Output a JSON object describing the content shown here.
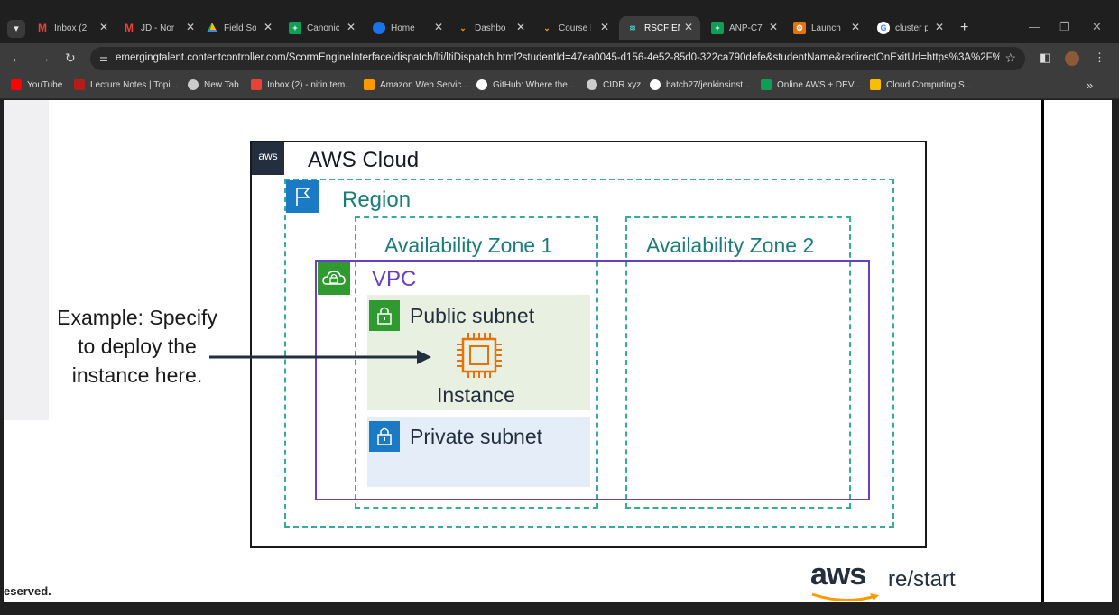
{
  "tabs": [
    {
      "title": "Inbox (2",
      "icon": "gmail-icon",
      "color": "#ea4335"
    },
    {
      "title": "JD - Nor",
      "icon": "gmail-icon",
      "color": "#ea4335"
    },
    {
      "title": "Field Sol",
      "icon": "drive-icon",
      "color": "#fbbc04"
    },
    {
      "title": "Canonic",
      "icon": "sheets-icon",
      "color": "#0f9d58"
    },
    {
      "title": "Home",
      "icon": "cloud-icon",
      "color": "#1a73e8"
    },
    {
      "title": "Dashbo",
      "icon": "aws-smile-icon",
      "color": "#ff9900"
    },
    {
      "title": "Course M",
      "icon": "aws-smile-icon",
      "color": "#ff9900"
    },
    {
      "title": "RSCF EN",
      "icon": "wifi-icon",
      "color": "#4bc6c6"
    },
    {
      "title": "ANP-C7",
      "icon": "sheets-icon",
      "color": "#0f9d58"
    },
    {
      "title": "Launch",
      "icon": "launch-icon",
      "color": "#e8710a"
    },
    {
      "title": "cluster p",
      "icon": "google-icon",
      "color": "#ffffff"
    }
  ],
  "address_bar": {
    "url": "emergingtalent.contentcontroller.com/ScormEngineInterface/dispatch/lti/ltiDispatch.html?studentId=47ea0045-d156-4e52-85d0-322ca790defe&studentName&redirectOnExitUrl=https%3A%2F%..."
  },
  "bookmarks": [
    {
      "label": "YouTube",
      "color": "#ff0000"
    },
    {
      "label": "Lecture Notes | Topi...",
      "color": "#b71c1c"
    },
    {
      "label": "New Tab",
      "color": "#cccccc"
    },
    {
      "label": "Inbox (2) - nitin.tem...",
      "color": "#ea4335"
    },
    {
      "label": "Amazon Web Servic...",
      "color": "#ff9900"
    },
    {
      "label": "GitHub: Where the...",
      "color": "#ffffff"
    },
    {
      "label": "CIDR.xyz",
      "color": "#cccccc"
    },
    {
      "label": "batch27/jenkinsinst...",
      "color": "#ffffff"
    },
    {
      "label": "Online AWS + DEV...",
      "color": "#0f9d58"
    },
    {
      "label": "Cloud Computing S...",
      "color": "#fbbc04"
    }
  ],
  "slide": {
    "aws_badge": "aws",
    "aws_cloud_title": "AWS Cloud",
    "region_title": "Region",
    "az1_title": "Availability Zone 1",
    "az2_title": "Availability Zone 2",
    "vpc_title": "VPC",
    "public_subnet": "Public subnet",
    "instance_label": "Instance",
    "private_subnet": "Private subnet",
    "example_text": "Example: Specify to deploy the instance here.",
    "footer_left": "eserved.",
    "logo_aws": "aws",
    "logo_restart": "re/start"
  },
  "colors": {
    "region_teal": "#39aaa0",
    "vpc_purple": "#6b3fc4",
    "public_subnet_bg": "#e8f0e2",
    "private_subnet_bg": "#e5eef8",
    "instance_orange": "#e8710a"
  }
}
